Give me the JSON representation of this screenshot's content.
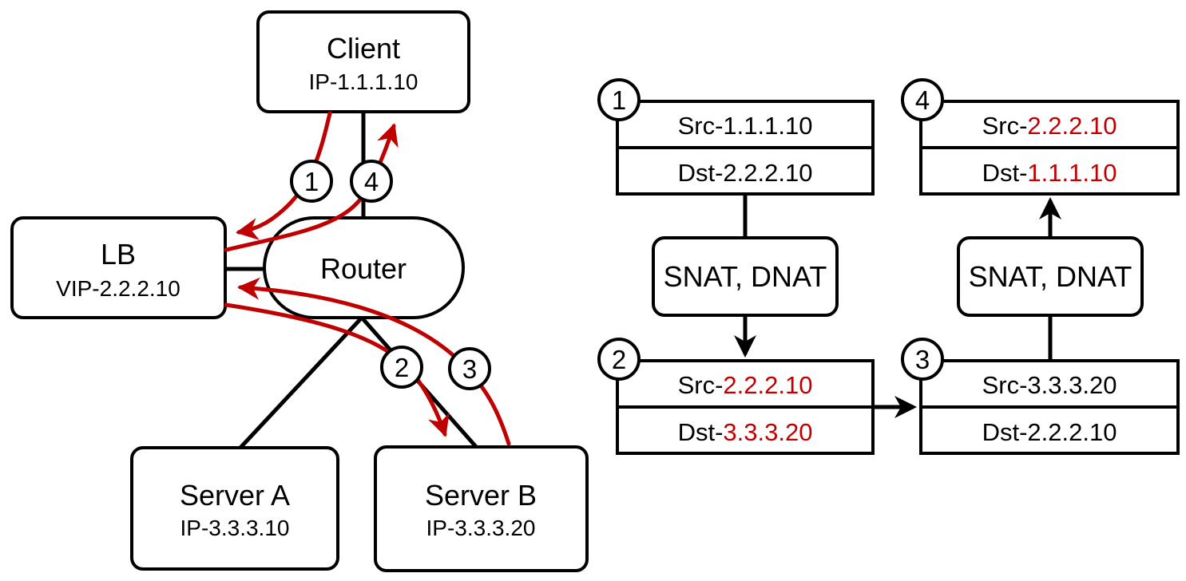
{
  "colors": {
    "flow_red": "#c00000",
    "line_black": "#000000"
  },
  "topology": {
    "nodes": {
      "client": {
        "title": "Client",
        "subtitle": "IP-1.1.1.10"
      },
      "lb": {
        "title": "LB",
        "subtitle": "VIP-2.2.2.10"
      },
      "router": {
        "title": "Router"
      },
      "server_a": {
        "title": "Server A",
        "subtitle": "IP-3.3.3.10"
      },
      "server_b": {
        "title": "Server B",
        "subtitle": "IP-3.3.3.20"
      }
    },
    "flow_markers": [
      "1",
      "2",
      "3",
      "4"
    ]
  },
  "packet_flow": {
    "stages": [
      {
        "step": "1",
        "rows": [
          {
            "label": "Src-",
            "value": "1.1.1.10",
            "value_style": "fill:#000000"
          },
          {
            "label": "Dst-",
            "value": "2.2.2.10",
            "value_style": "fill:#000000"
          }
        ]
      },
      {
        "step": "2",
        "rows": [
          {
            "label": "Src-",
            "value": "2.2.2.10",
            "value_style": "fill:#c00000"
          },
          {
            "label": "Dst-",
            "value": "3.3.3.20",
            "value_style": "fill:#c00000"
          }
        ]
      },
      {
        "step": "3",
        "rows": [
          {
            "label": "Src-",
            "value": "3.3.3.20",
            "value_style": "fill:#000000"
          },
          {
            "label": "Dst-",
            "value": "2.2.2.10",
            "value_style": "fill:#000000"
          }
        ]
      },
      {
        "step": "4",
        "rows": [
          {
            "label": "Src-",
            "value": "2.2.2.10",
            "value_style": "fill:#c00000"
          },
          {
            "label": "Dst-",
            "value": "1.1.1.10",
            "value_style": "fill:#c00000"
          }
        ]
      }
    ],
    "nat_boxes": [
      {
        "label": "SNAT, DNAT"
      },
      {
        "label": "SNAT, DNAT"
      }
    ]
  }
}
